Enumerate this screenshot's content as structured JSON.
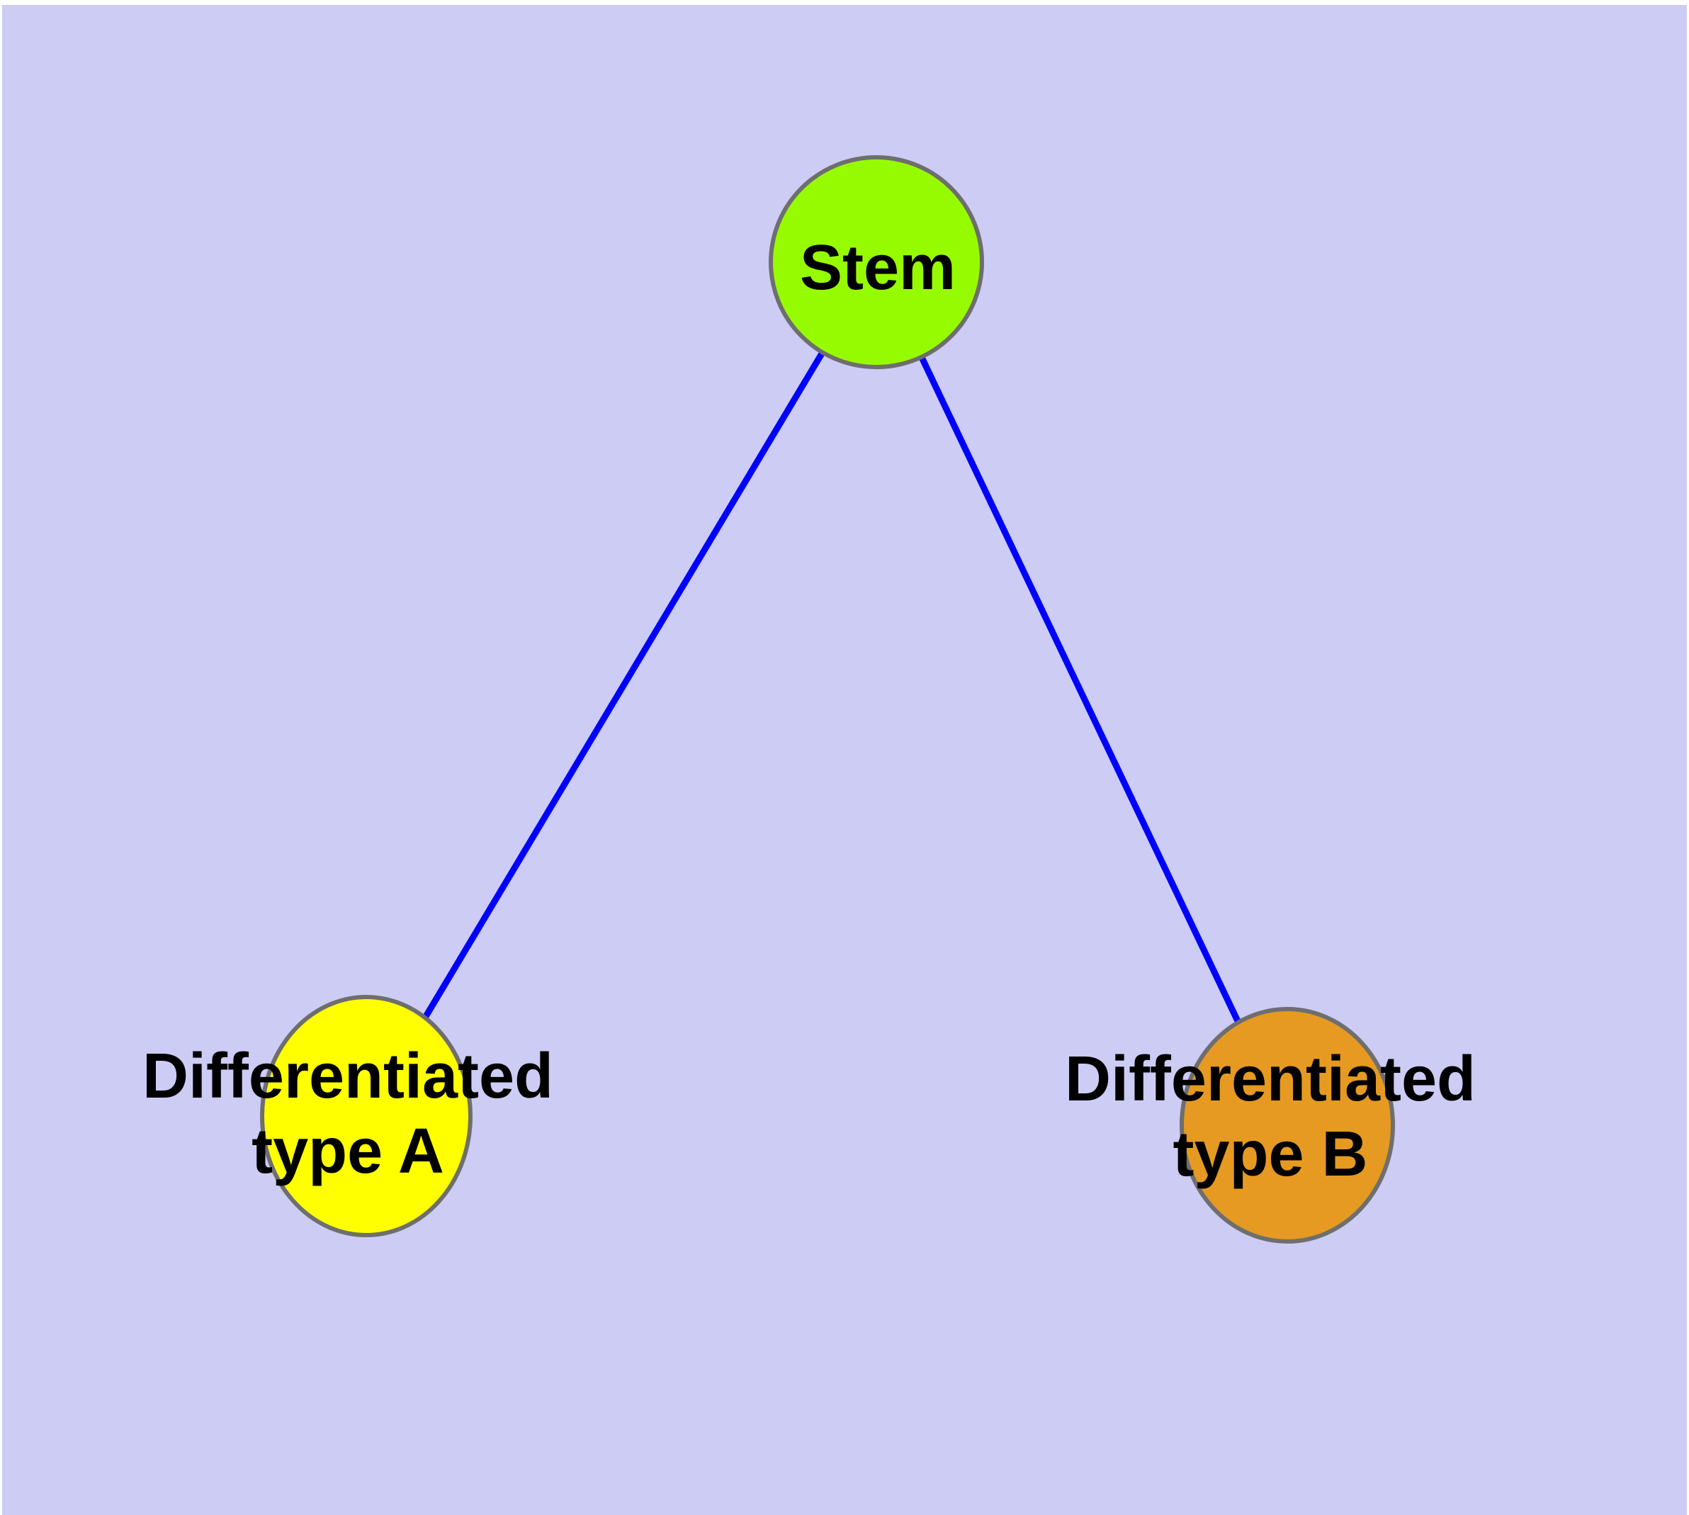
{
  "canvas": {
    "page_background": "#ffffff",
    "background": "#ccccf4"
  },
  "graph": {
    "edge_color": "#0000ff",
    "node_border_color": "#6e6e6e",
    "nodes": [
      {
        "id": "stem",
        "label": "Stem",
        "fill": "#97fb00"
      },
      {
        "id": "differentiated-type-a",
        "label_line1": "Differentiated",
        "label_line2": "type A",
        "fill": "#ffff00"
      },
      {
        "id": "differentiated-type-b",
        "label_line1": "Differentiated",
        "label_line2": "type B",
        "fill": "#e69a22"
      }
    ],
    "edges": [
      {
        "from": "stem",
        "to": "differentiated-type-a"
      },
      {
        "from": "stem",
        "to": "differentiated-type-b"
      }
    ]
  }
}
